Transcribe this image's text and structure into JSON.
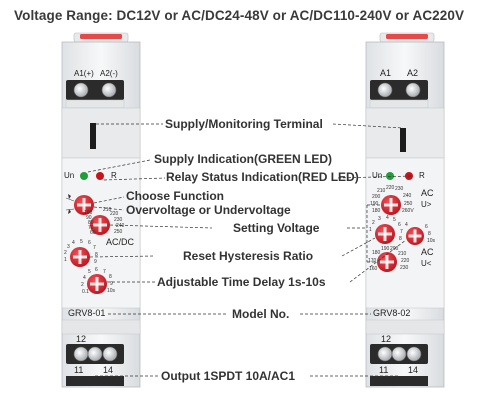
{
  "title": "Voltage Range: DC12V or AC/DC24-48V or AC/DC110-240V or AC220V",
  "callouts": {
    "supply_terminal": "Supply/Monitoring Terminal",
    "supply_indication": "Supply Indication(GREEN LED)",
    "relay_status": "Relay Status Indication(RED LED)",
    "choose_function_1": "Choose Function",
    "choose_function_2": "Overvoltage or Undervoltage",
    "setting_voltage": "Setting Voltage",
    "reset_hysteresis": "Reset Hysteresis Ratio",
    "time_delay": "Adjustable Time Delay 1s-10s",
    "model_no": "Model No.",
    "output": "Output 1SPDT 10A/AC1"
  },
  "left_device": {
    "terminal_a1": "A1(+)",
    "terminal_a2": "A2(-)",
    "led_un": "Un",
    "led_r": "R",
    "knob_label_acdc": "AC/DC",
    "model": "GRV8-01",
    "out_12": "12",
    "out_11": "11",
    "out_14": "14"
  },
  "right_device": {
    "terminal_a1": "A1",
    "terminal_a2": "A2",
    "led_un": "Un",
    "led_r": "R",
    "label_ac_top": "AC",
    "label_ac_bottom": "AC",
    "model": "GRV8-02",
    "out_12": "12",
    "out_11": "11",
    "out_14": "14"
  },
  "colors": {
    "knob_red": "#d4202a",
    "led_green": "#1f9e3a",
    "led_red": "#c8121c",
    "housing": "#eef0f2"
  }
}
